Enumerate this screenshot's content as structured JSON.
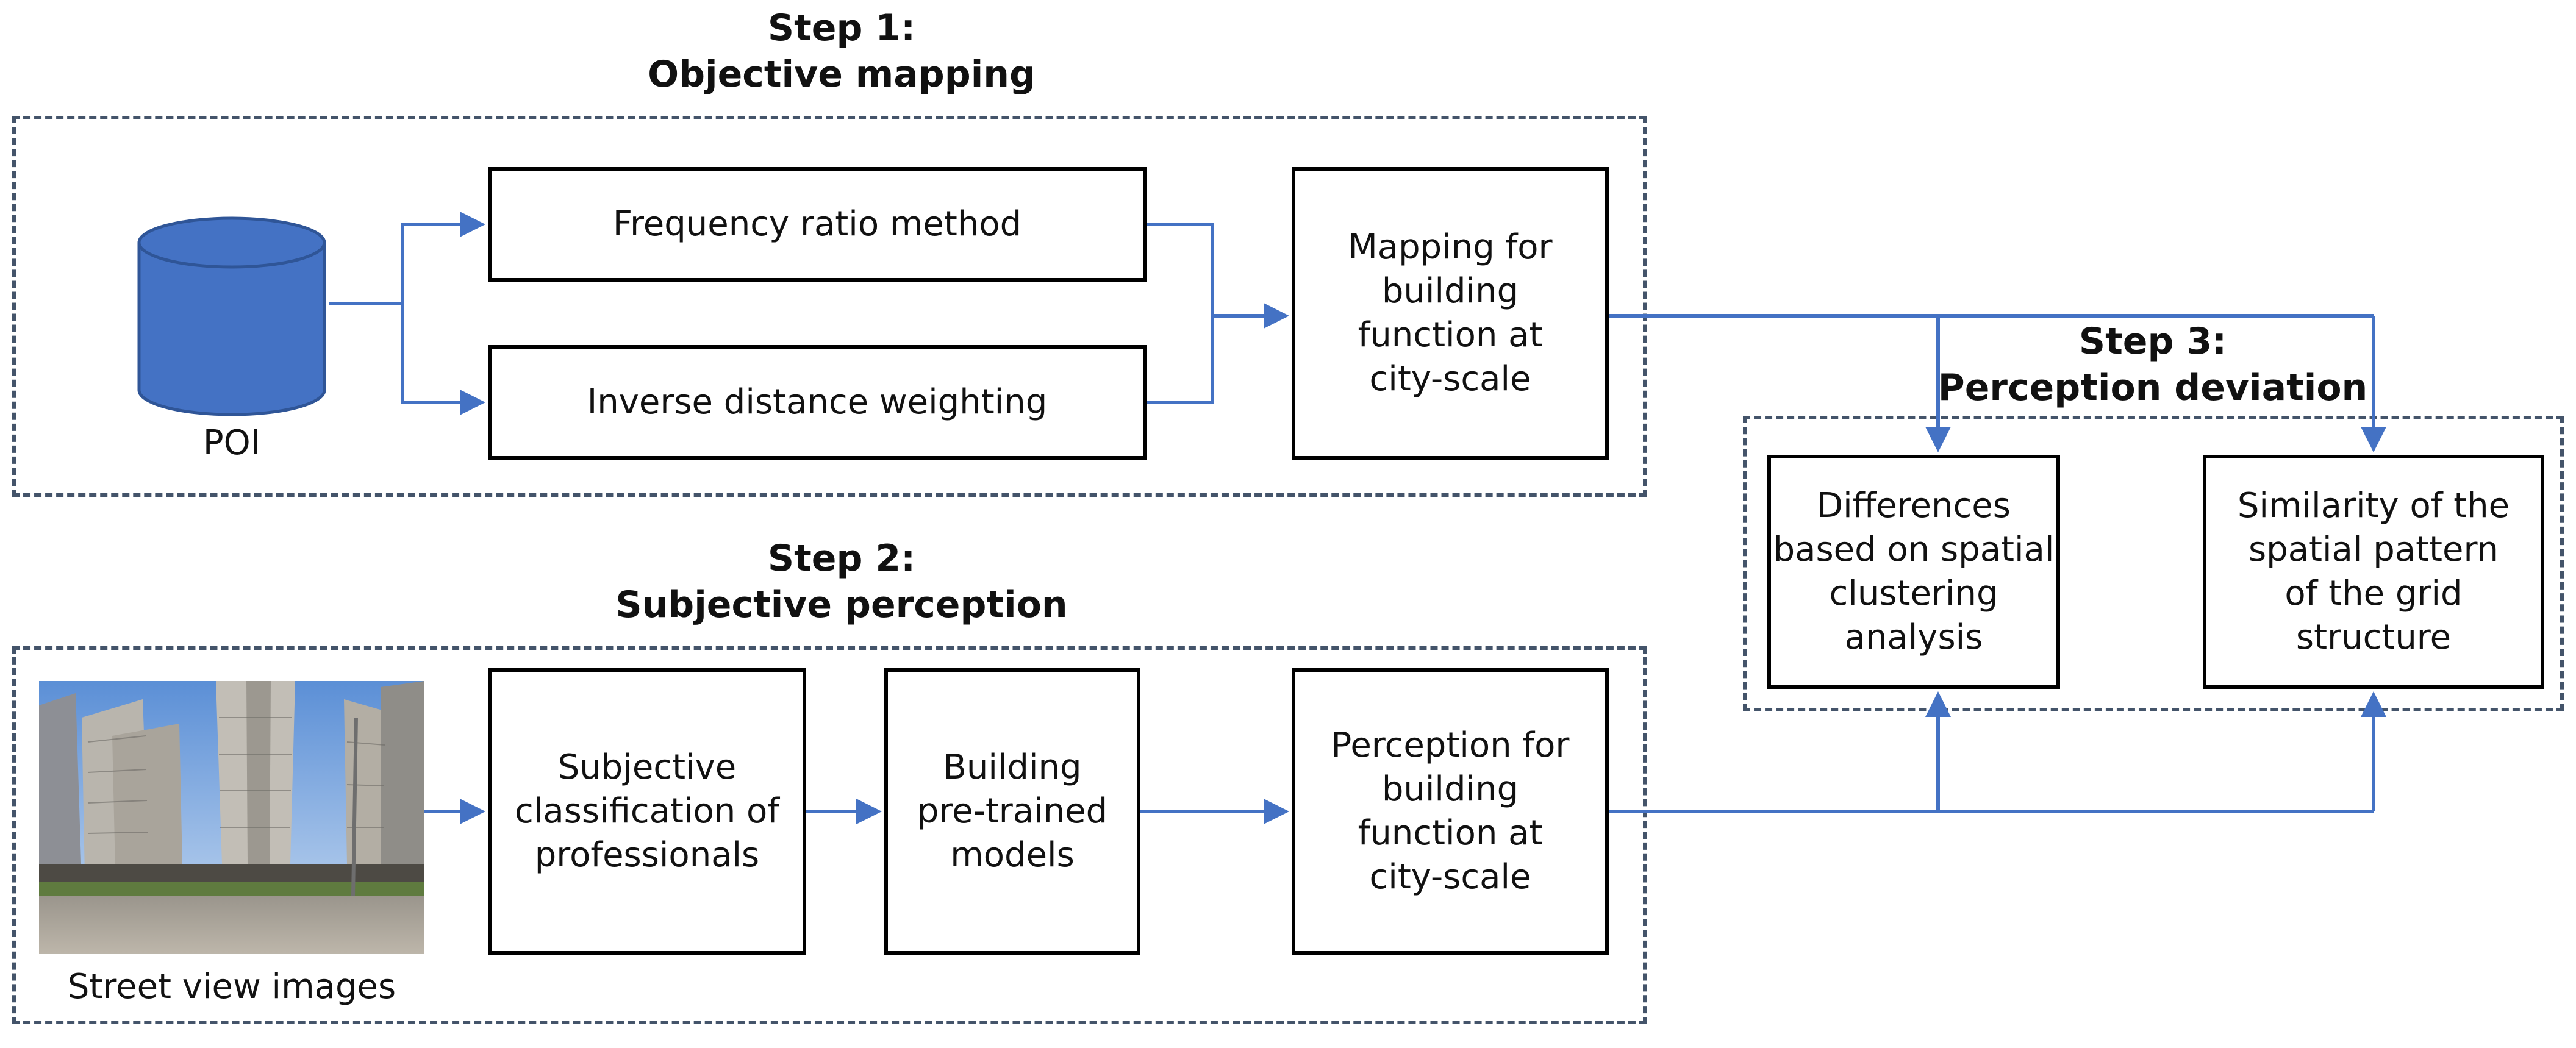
{
  "step1": {
    "line1": "Step 1:",
    "line2": "Objective mapping"
  },
  "step2": {
    "line1": "Step 2:",
    "line2": "Subjective perception"
  },
  "step3": {
    "line1": "Step 3:",
    "line2": "Perception deviation"
  },
  "poi": {
    "label": "POI",
    "icon": "database-cylinder-icon"
  },
  "street_view": {
    "label": "Street view images",
    "icon": "street-view-photo"
  },
  "boxes": {
    "frequency_ratio": "Frequency ratio method",
    "idw": "Inverse distance weighting",
    "mapping": "Mapping for\nbuilding\nfunction at\ncity-scale",
    "subjective_classification": "Subjective\nclassification of\nprofessionals",
    "pretrained": "Building\npre-trained\nmodels",
    "perception": "Perception for\nbuilding\nfunction at\ncity-scale",
    "differences": "Differences\nbased on spatial\nclustering\nanalysis",
    "similarity": "Similarity of the\nspatial pattern\nof the grid\nstructure"
  },
  "colors": {
    "arrow": "#4472c4",
    "database_fill": "#4472c4",
    "database_stroke": "#2f5597",
    "dashed_border": "#44546a",
    "box_border": "#000000"
  }
}
